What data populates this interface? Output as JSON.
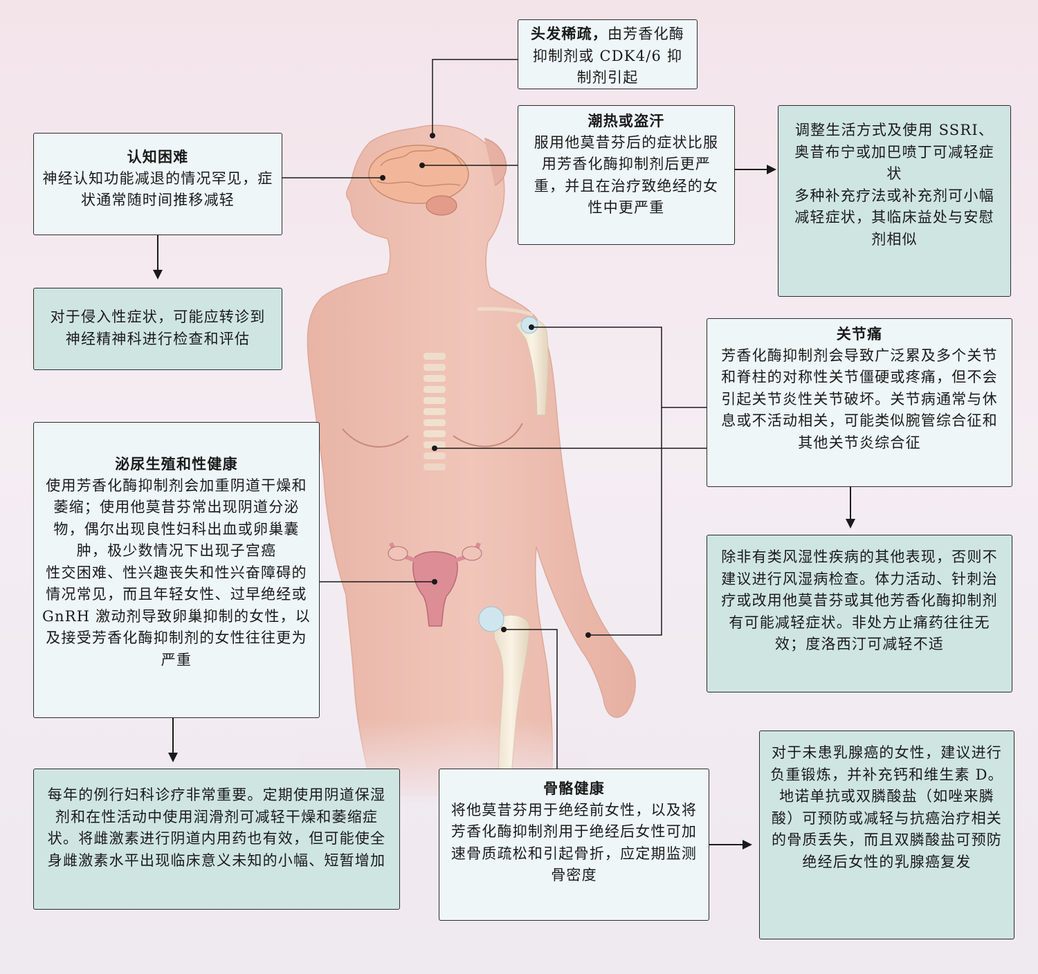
{
  "hair": {
    "title": "头发稀疏，",
    "text": "由芳香化酶抑制剂或 CDK4/6 抑制剂引起"
  },
  "hot_flashes": {
    "title": "潮热或盗汗",
    "text": "服用他莫昔芬后的症状比服用芳香化酶抑制剂后更严重，并且在治疗致绝经的女性中更严重"
  },
  "hot_flashes_management": {
    "text1": "调整生活方式及使用 SSRI、奥昔布宁或加巴喷丁可减轻症状",
    "text2": "多种补充疗法或补充剂可小幅减轻症状，其临床益处与安慰剂相似"
  },
  "cognitive": {
    "title": "认知困难",
    "text": "神经认知功能减退的情况罕见，症状通常随时间推移减轻"
  },
  "cognitive_management": {
    "text": "对于侵入性症状，可能应转诊到神经精神科进行检查和评估"
  },
  "joint": {
    "title": "关节痛",
    "text": "芳香化酶抑制剂会导致广泛累及多个关节和脊柱的对称性关节僵硬或疼痛，但不会引起关节炎性关节破坏。关节病通常与休息或不活动相关，可能类似腕管综合征和其他关节炎综合征"
  },
  "joint_management": {
    "text": "除非有类风湿性疾病的其他表现，否则不建议进行风湿病检查。体力活动、针刺治疗或改用他莫昔芬或其他芳香化酶抑制剂有可能减轻症状。非处方止痛药往往无效；度洛西汀可减轻不适"
  },
  "urogenital": {
    "title": "泌尿生殖和性健康",
    "text1": "使用芳香化酶抑制剂会加重阴道干燥和萎缩；使用他莫昔芬常出现阴道分泌物，偶尔出现良性妇科出血或卵巢囊肿，极少数情况下出现子宫癌",
    "text2": "性交困难、性兴趣丧失和性兴奋障碍的情况常见，而且年轻女性、过早绝经或 GnRH 激动剂导致卵巢抑制的女性，以及接受芳香化酶抑制剂的女性往往更为严重"
  },
  "urogenital_management": {
    "text": "每年的例行妇科诊疗非常重要。定期使用阴道保湿剂和在性活动中使用润滑剂可减轻干燥和萎缩症状。将雌激素进行阴道内用药也有效，但可能使全身雌激素水平出现临床意义未知的小幅、短暂增加"
  },
  "bone": {
    "title": "骨骼健康",
    "text": "将他莫昔芬用于绝经前女性，以及将芳香化酶抑制剂用于绝经后女性可加速骨质疏松和引起骨折，应定期监测骨密度"
  },
  "bone_management": {
    "text": "对于未患乳腺癌的女性，建议进行负重锻炼，并补充钙和维生素 D。地诺单抗或双膦酸盐（如唑来膦酸）可预防或减轻与抗癌治疗相关的骨质丢失，而且双膦酸盐可预防绝经后女性的乳腺癌复发"
  },
  "colors": {
    "skin": "#eec3b6",
    "skin_edge": "#d9a496",
    "box_light": "#eef6f7",
    "box_teal": "#cfe5e1",
    "brain": "#f2b79a",
    "uterus": "#dc8d96",
    "bone": "#efe4d2",
    "cartilage": "#cfe6ef"
  }
}
